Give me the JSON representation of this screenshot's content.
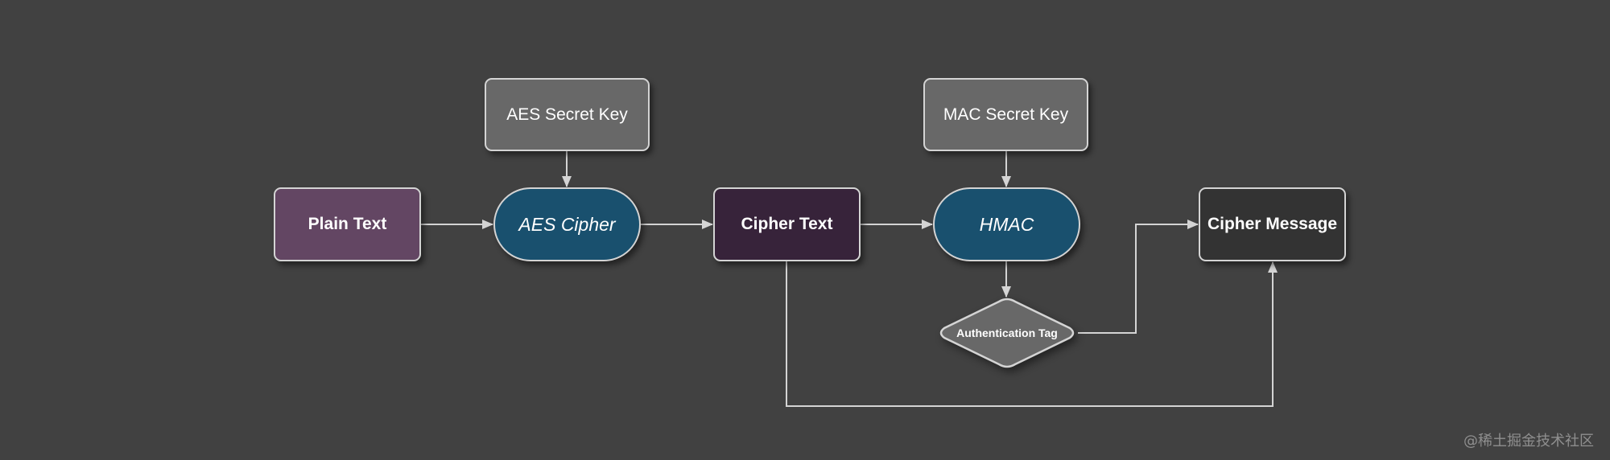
{
  "diagram": {
    "nodes": {
      "aes_secret_key": "AES Secret Key",
      "mac_secret_key": "MAC Secret Key",
      "plain_text": "Plain Text",
      "aes_cipher": "AES Cipher",
      "cipher_text": "Cipher Text",
      "hmac": "HMAC",
      "authentication_tag": "Authentication Tag",
      "cipher_message": "Cipher Message"
    },
    "edges": [
      {
        "from": "aes_secret_key",
        "to": "aes_cipher"
      },
      {
        "from": "plain_text",
        "to": "aes_cipher"
      },
      {
        "from": "aes_cipher",
        "to": "cipher_text"
      },
      {
        "from": "cipher_text",
        "to": "hmac"
      },
      {
        "from": "mac_secret_key",
        "to": "hmac"
      },
      {
        "from": "hmac",
        "to": "authentication_tag"
      },
      {
        "from": "authentication_tag",
        "to": "cipher_message"
      },
      {
        "from": "cipher_text",
        "to": "cipher_message"
      }
    ],
    "colors": {
      "background": "#414141",
      "key_node": "#686868",
      "plain_text_node": "#634663",
      "cipher_node": "#19506e",
      "cipher_text_node": "#37233a",
      "cipher_message_node": "#333333",
      "edge": "#d4d4d4"
    }
  },
  "watermark": "@稀土掘金技术社区"
}
